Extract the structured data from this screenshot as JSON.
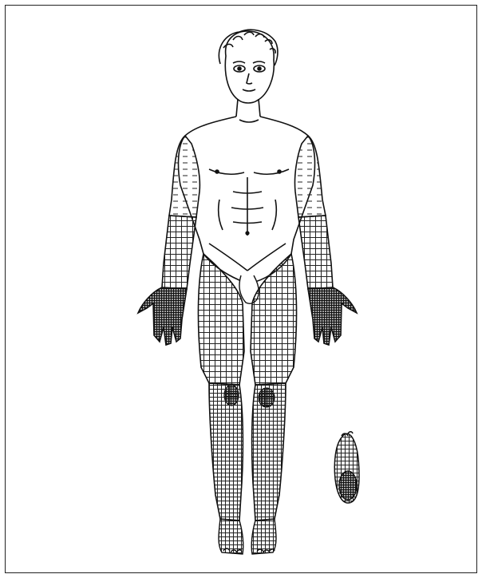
{
  "figure": {
    "description_visible_text": "",
    "ink_color": "#111111",
    "hatch_color": "#222222",
    "dense_shading_color": "#1a1a1a",
    "background_color": "#ffffff"
  },
  "regions": [
    {
      "name": "upper-arm-left",
      "pattern": "sparse-dashed-hatch"
    },
    {
      "name": "upper-arm-right",
      "pattern": "sparse-dashed-hatch"
    },
    {
      "name": "forearm-left",
      "pattern": "cross-hatch"
    },
    {
      "name": "forearm-right",
      "pattern": "cross-hatch"
    },
    {
      "name": "hand-left",
      "pattern": "dense-cross-hatch"
    },
    {
      "name": "hand-right",
      "pattern": "dense-cross-hatch"
    },
    {
      "name": "thigh-left",
      "pattern": "grid-hatch"
    },
    {
      "name": "thigh-right",
      "pattern": "grid-hatch"
    },
    {
      "name": "knee-left",
      "pattern": "dense-patch"
    },
    {
      "name": "knee-right",
      "pattern": "dense-patch"
    },
    {
      "name": "lower-leg-left",
      "pattern": "cross-hatch"
    },
    {
      "name": "lower-leg-right",
      "pattern": "cross-hatch"
    },
    {
      "name": "foot-sole",
      "pattern": "dense-patch"
    }
  ]
}
